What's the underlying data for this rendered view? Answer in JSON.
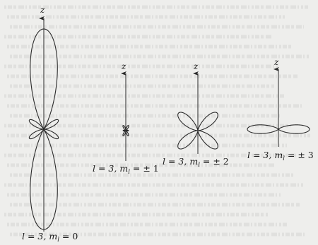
{
  "axis_label": "z",
  "orbitals": [
    {
      "l": "3",
      "ml": "0",
      "label_prefix": "l = 3, ",
      "label_ml_symbol": "m",
      "label_ml_sub": "l",
      "label_suffix": " = 0"
    },
    {
      "l": "3",
      "ml": "±1",
      "label_prefix": "l = 3, ",
      "label_ml_symbol": "m",
      "label_ml_sub": "l",
      "label_suffix": " = ± 1"
    },
    {
      "l": "3",
      "ml": "±2",
      "label_prefix": "l = 3, ",
      "label_ml_symbol": "m",
      "label_ml_sub": "l",
      "label_suffix": " = ± 2"
    },
    {
      "l": "3",
      "ml": "±3",
      "label_prefix": "l = 3, ",
      "label_ml_symbol": "m",
      "label_ml_sub": "l",
      "label_suffix": " = ± 3"
    }
  ],
  "colors": {
    "line": "#2a2a2a",
    "paper": "#eeeeec",
    "bleed_text": "#c9c9c6"
  }
}
